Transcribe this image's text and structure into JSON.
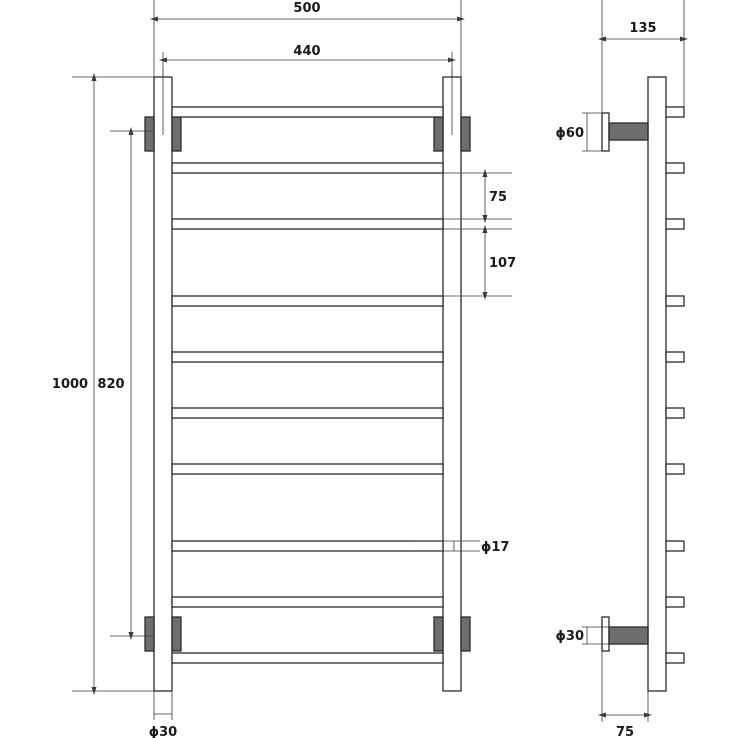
{
  "dimensions": {
    "overall_width": "500",
    "pipe_spacing": "440",
    "overall_height": "1000",
    "mount_spacing": "820",
    "rung_spacing_small": "75",
    "rung_spacing_large": "107",
    "rung_diameter": "ϕ17",
    "upright_diameter": "ϕ30",
    "flange_diameter": "ϕ60",
    "bracket_diameter": "ϕ30",
    "wall_offset": "135",
    "bracket_depth": "75"
  },
  "colors": {
    "outline": "#2b2b2b",
    "dimension_line": "#3a3a3a",
    "shaded_part": "#6e6e6e",
    "background": "#ffffff"
  }
}
